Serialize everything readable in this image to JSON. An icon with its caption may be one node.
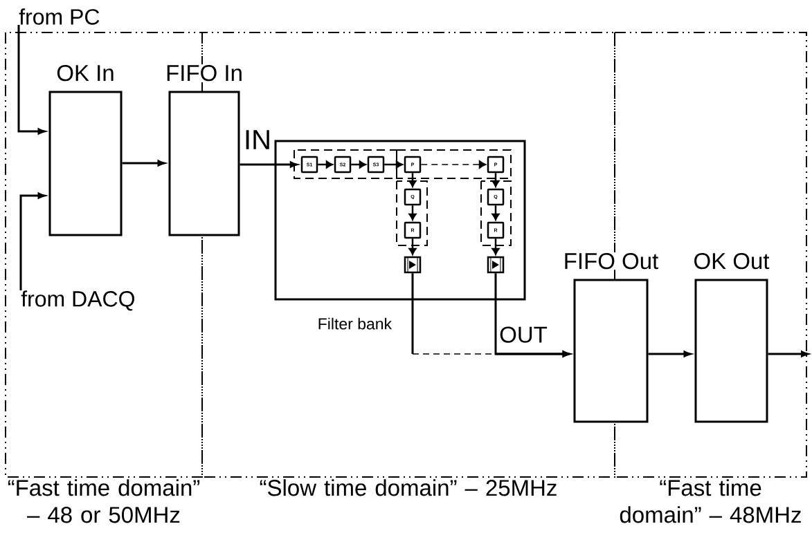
{
  "diagram": {
    "nodes": [
      {
        "text": [
          "OK In"
        ]
      },
      {
        "text": [
          "FIFO In"
        ]
      },
      {
        "text": [
          "Filter bank"
        ]
      },
      {
        "text": [
          "S1"
        ],
        "in": 2
      },
      {
        "text": [
          "S2"
        ],
        "in": 2
      },
      {
        "text": [
          "S3"
        ],
        "in": 2
      },
      {
        "text": [
          "P"
        ],
        "in": 2
      },
      {
        "text": [
          "P"
        ],
        "in": 2
      },
      {
        "text": [
          "Q"
        ],
        "in": 2
      },
      {
        "text": [
          "R"
        ],
        "in": 2
      },
      {
        "text": [],
        "shape": "box",
        "in": 2
      },
      {
        "text": [
          "Q"
        ],
        "in": 2
      },
      {
        "text": [
          "R"
        ],
        "in": 2
      },
      {
        "text": [],
        "shape": "box",
        "in": 2
      },
      {
        "text": [
          "FIFO Out"
        ]
      },
      {
        "text": [
          "OK Out"
        ]
      },
      {
        "text": [
          "from PC"
        ]
      },
      {
        "text": [
          "from DACQ"
        ]
      }
    ],
    "edges": [
      {
        "from": 16,
        "to": 0,
        "arrow": "to"
      },
      {
        "from": 17,
        "to": 0,
        "arrow": "to"
      },
      {
        "from": 0,
        "to": 1,
        "arrow": "to"
      },
      {
        "from": 1,
        "to": 3,
        "arrow": "to",
        "label": "IN"
      },
      {
        "from": 3,
        "to": 4,
        "arrow": "to"
      },
      {
        "from": 4,
        "to": 5,
        "arrow": "to"
      },
      {
        "from": 5,
        "to": 6,
        "arrow": "to"
      },
      {
        "from": 6,
        "to": 7,
        "arrow": "to",
        "style": "dashed"
      },
      {
        "from": 6,
        "to": 8,
        "arrow": "to"
      },
      {
        "from": 8,
        "to": 9,
        "arrow": "to"
      },
      {
        "from": 9,
        "to": 10,
        "arrow": "to"
      },
      {
        "from": 7,
        "to": 11,
        "arrow": "to"
      },
      {
        "from": 11,
        "to": 12,
        "arrow": "to"
      },
      {
        "from": 12,
        "to": 13,
        "arrow": "to"
      },
      {
        "from": 10,
        "to": 14,
        "arrow": "to"
      },
      {
        "from": 13,
        "to": 14,
        "arrow": "to",
        "label": "OUT"
      },
      {
        "from": 14,
        "to": 15,
        "arrow": "to"
      },
      {
        "from": 15,
        "to": null,
        "arrow": "to"
      }
    ],
    "labels": [
      "“Fast time domain” – 48 or 50MHz",
      "“Slow time domain” – 25MHz",
      "“Fast time domain” – 48MHz"
    ]
  }
}
